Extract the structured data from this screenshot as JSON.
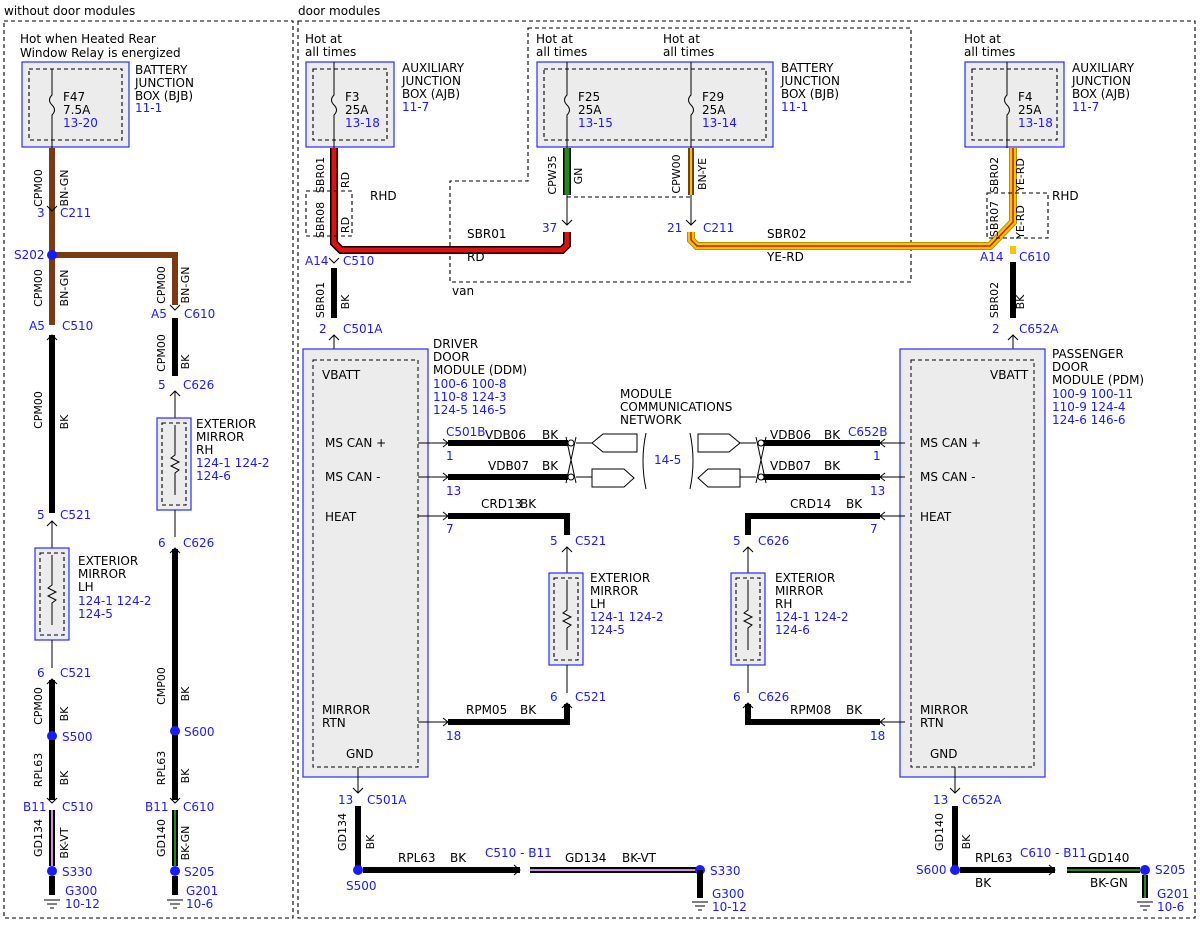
{
  "sections": {
    "left": "without door modules",
    "right": "door modules"
  },
  "hot": {
    "heated_rear": [
      "Hot when Heated Rear",
      "Window Relay is energized"
    ],
    "all_times": [
      "Hot at",
      "all times"
    ],
    "rhd": "RHD",
    "van": "van"
  },
  "fuses": {
    "f47": {
      "name": "F47",
      "amps": "7.5A",
      "ref": "13-20"
    },
    "f3": {
      "name": "F3",
      "amps": "25A",
      "ref": "13-18"
    },
    "f25": {
      "name": "F25",
      "amps": "25A",
      "ref": "13-15"
    },
    "f29": {
      "name": "F29",
      "amps": "25A",
      "ref": "13-14"
    },
    "f4": {
      "name": "F4",
      "amps": "25A",
      "ref": "13-18"
    }
  },
  "boxes": {
    "bjb": [
      "BATTERY",
      "JUNCTION",
      "BOX (BJB)"
    ],
    "ajb": [
      "AUXILIARY",
      "JUNCTION",
      "BOX (AJB)"
    ],
    "ref": "11-1",
    "ref_ajb": "11-7"
  },
  "wires": {
    "cpm00": "CPM00",
    "cmp00": "CMP00",
    "bn_gn": "BN-GN",
    "bk": "BK",
    "rpl63": "RPL63",
    "gd134": "GD134",
    "bk_vt": "BK-VT",
    "gd140": "GD140",
    "bk_gn": "BK-GN",
    "sbr01": "SBR01",
    "sbr08": "SBR08",
    "rd": "RD",
    "cpw35": "CPW35",
    "gn": "GN",
    "cpw00": "CPW00",
    "bn_ye": "BN-YE",
    "sbr02": "SBR02",
    "sbr07": "SBR07",
    "ye_rd": "YE-RD",
    "vdb06": "VDB06",
    "vdb07": "VDB07",
    "crd13": "CRD13",
    "crd14": "CRD14",
    "rpm05": "RPM05",
    "rpm08": "RPM08"
  },
  "connectors": {
    "c211": "C211",
    "c510": "C510",
    "c610": "C610",
    "c626": "C626",
    "c521": "C521",
    "c501a": "C501A",
    "c501b": "C501B",
    "c652a": "C652A",
    "c652b": "C652B",
    "c510_b11": "C510  -  B11",
    "c610_b11": "C610  -  B11"
  },
  "pins": {
    "p1": "1",
    "p2": "2",
    "p3": "3",
    "p5": "5",
    "p6": "6",
    "p7": "7",
    "p13": "13",
    "p18": "18",
    "p21": "21",
    "p37": "37",
    "a5": "A5",
    "a14": "A14",
    "b11": "B11"
  },
  "splices": {
    "s202": "S202",
    "s500": "S500",
    "s600": "S600",
    "s330": "S330",
    "s205": "S205"
  },
  "grounds": {
    "g300": "G300",
    "g201": "G201",
    "ref_g300": "10-12",
    "ref_g201": "10-6"
  },
  "mirrors": {
    "lh": [
      "EXTERIOR",
      "MIRROR",
      "LH"
    ],
    "rh": [
      "EXTERIOR",
      "MIRROR",
      "RH"
    ],
    "lh_refs": [
      "124-1   124-2",
      "124-5"
    ],
    "rh_refs": [
      "124-1   124-2",
      "124-6"
    ]
  },
  "ddm": {
    "title": [
      "DRIVER",
      "DOOR",
      "MODULE (DDM)"
    ],
    "refs": [
      "100-6   100-8",
      "110-8   124-3",
      "124-5   146-5"
    ],
    "pins": {
      "vbatt": "VBATT",
      "can_p": "MS CAN +",
      "can_m": "MS CAN -",
      "heat": "HEAT",
      "mirror": "MIRROR",
      "rtn": "RTN",
      "gnd": "GND"
    }
  },
  "pdm": {
    "title": [
      "PASSENGER",
      "DOOR",
      "MODULE (PDM)"
    ],
    "refs": [
      "100-9   100-11",
      "110-9   124-4",
      "124-6   146-6"
    ],
    "pins": {
      "vbatt": "VBATT",
      "can_p": "MS CAN +",
      "can_m": "MS CAN -",
      "heat": "HEAT",
      "mirror": "MIRROR",
      "rtn": "RTN",
      "gnd": "GND"
    }
  },
  "network": {
    "title": [
      "MODULE",
      "COMMUNICATIONS",
      "NETWORK"
    ],
    "ref": "14-5"
  },
  "colors": {
    "blue": "#1a1aff",
    "red": "#e01010",
    "green": "#1f8a1f",
    "brown": "#7a3a14",
    "yellow": "#f0c800",
    "violet": "#d090e0"
  }
}
